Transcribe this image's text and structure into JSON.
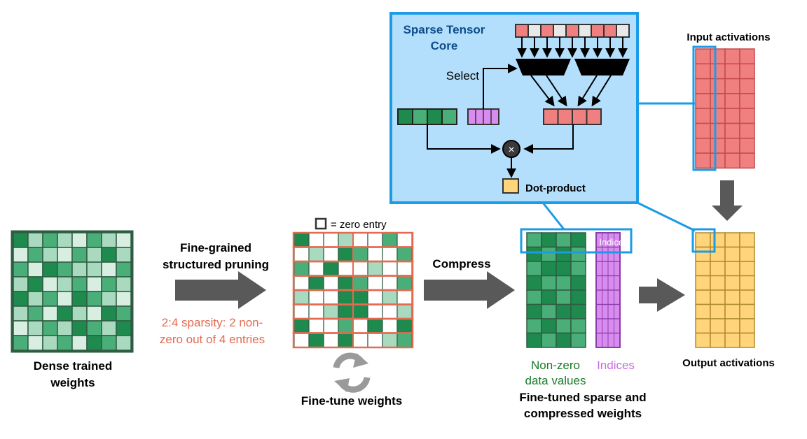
{
  "labels": {
    "dense": [
      "Dense trained",
      "weights"
    ],
    "pruning": [
      "Fine-grained",
      "structured pruning"
    ],
    "sparsity": [
      "2:4 sparsity: 2 non-",
      "zero out of 4 entries"
    ],
    "zero_entry": "= zero entry",
    "finetune": "Fine-tune weights",
    "compress": "Compress",
    "nonzero": [
      "Non-zero",
      "data values"
    ],
    "indices_caption": "Indices",
    "indices_box": "Indices",
    "finetuned": [
      "Fine-tuned sparse and",
      "compressed weights"
    ],
    "input_act": "Input activations",
    "output_act": "Output activations",
    "core_title": [
      "Sparse Tensor",
      "Core"
    ],
    "select": "Select",
    "dot_product": "Dot-product",
    "multiply_symbol": "×"
  },
  "colors": {
    "green_dark": "#1e8a4e",
    "green_mid": "#4aae78",
    "green_light": "#a9d9bf",
    "green_pale": "#d7eee1",
    "green_border": "#2f5c42",
    "salmon": "#f08080",
    "salmon_border": "#c34b4b",
    "red_line": "#e46a50",
    "purple": "#d98cf0",
    "purple_border": "#8a3da8",
    "yellow": "#ffd47a",
    "yellow_border": "#b08b2e",
    "blue": "#1c9be6",
    "core_bg": "#b3dffd",
    "core_title": "#0e4d8a",
    "arrow_gray": "#595959",
    "nonzero_text": "#1a7a2a",
    "indices_text": "#c66ee0",
    "sparsity_text": "#e46a50"
  }
}
